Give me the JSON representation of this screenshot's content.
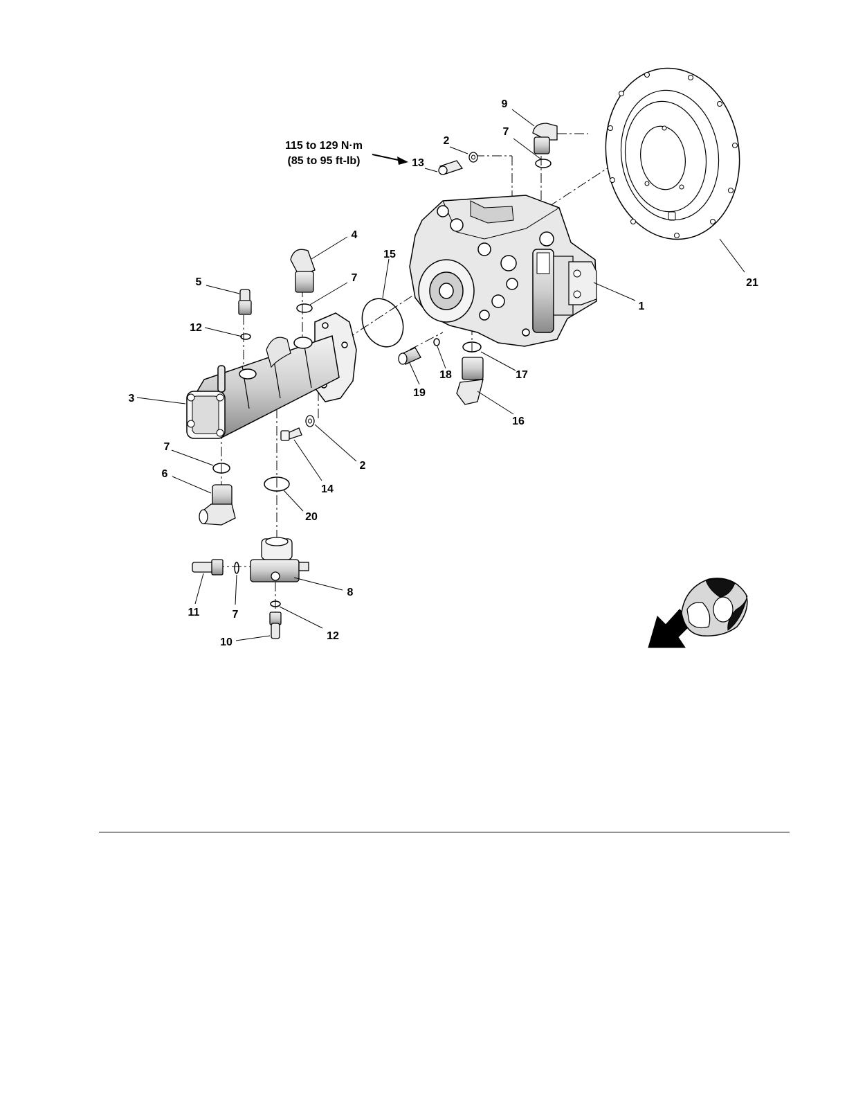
{
  "torque": {
    "line1": "115 to 129 N·m",
    "line2": "(85 to 95 ft-lb)"
  },
  "callouts": [
    "9",
    "2",
    "7",
    "13",
    "4",
    "15",
    "5",
    "7",
    "1",
    "21",
    "12",
    "3",
    "18",
    "17",
    "19",
    "16",
    "7",
    "2",
    "6",
    "14",
    "20",
    "8",
    "11",
    "7",
    "12",
    "10"
  ]
}
